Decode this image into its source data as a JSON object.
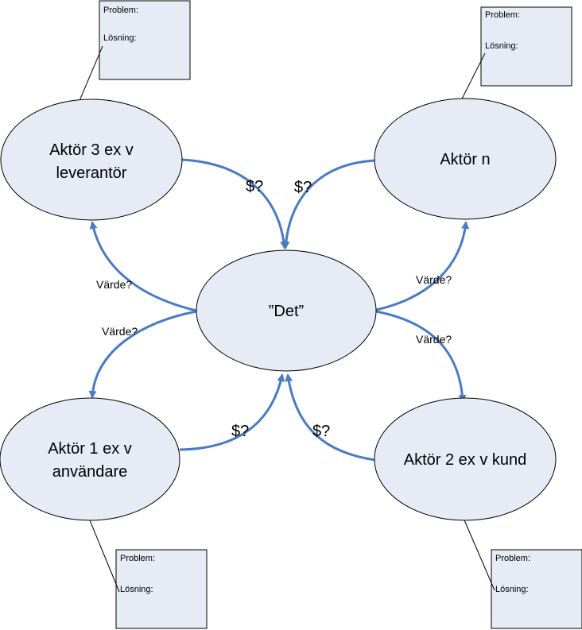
{
  "colors": {
    "node_fill": "#e6ebf5",
    "node_stroke": "#000000",
    "note_fill": "#e6ebf5",
    "arrow": "#4a7bc1"
  },
  "nodes": {
    "center": "”Det”",
    "actor3": [
      "Aktör 3 ex v",
      "leverantör"
    ],
    "actorN": "Aktör n",
    "actor1": [
      "Aktör 1 ex v",
      "användare"
    ],
    "actor2": "Aktör 2 ex v kund"
  },
  "edge_labels": {
    "value": "Värde?",
    "money": "$?"
  },
  "note": {
    "problem": "Problem:",
    "solution": "Lösning:"
  }
}
